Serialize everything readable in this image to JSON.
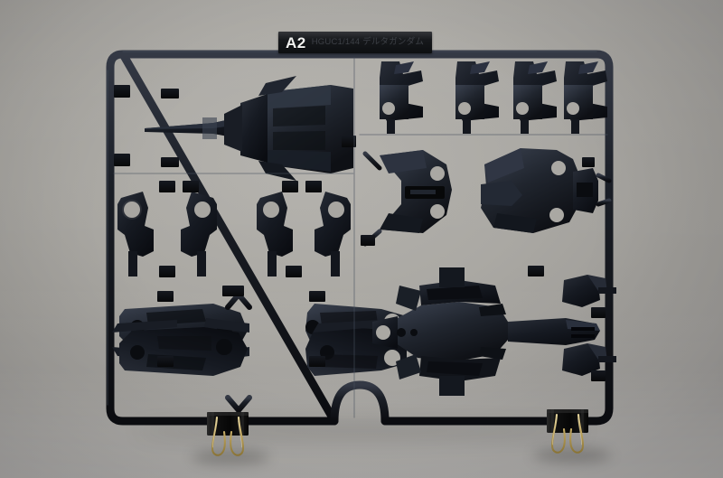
{
  "scene": {
    "title": "Gunpla model kit sprue photograph",
    "subject": "plastic injection-molded runner on photo backdrop",
    "background_color": "#a9a7a2",
    "surface_note": "light gray seamless backdrop with soft top-down gradient"
  },
  "label": {
    "code": "A2",
    "kit_text": "HGUC1/144 デルタガンダム",
    "plate_color": "#15171a",
    "code_color": "#f2f2f0",
    "kit_text_color": "#3d4046"
  },
  "sprue": {
    "runner_letter": "A2",
    "plastic_color": "#14161c",
    "plastic_color_light": "#2a2e38",
    "plastic_color_shadow": "#090a0e",
    "frame_outline": "rounded rectangle with bottom-center arch notch",
    "quadrants": [
      {
        "id": "top-left",
        "name": "Shield / large flat armor panel with tapered beam spike"
      },
      {
        "id": "top-right",
        "name": "Four identical small joint brackets"
      },
      {
        "id": "mid-left",
        "name": "Four mirrored inner-frame limb parts with ring sockets"
      },
      {
        "id": "mid-right",
        "name": "Two large torso / chest armor shells"
      },
      {
        "id": "bottom-left",
        "name": "Four leg / arm armor halves, mirrored pairs"
      },
      {
        "id": "bottom-right",
        "name": "Large beam rifle / backpack assembly"
      }
    ],
    "part_tag_count": 24,
    "gate_note": "thin gates connect every part to the runner bars"
  },
  "clips": [
    {
      "id": "clip-left",
      "type": "binder-clip",
      "body_color": "#141414",
      "handle_color": "#c0a65e",
      "position": "bottom-left-of-runner"
    },
    {
      "id": "clip-right",
      "type": "binder-clip",
      "body_color": "#141414",
      "handle_color": "#c0a65e",
      "position": "bottom-right-of-runner"
    }
  ]
}
